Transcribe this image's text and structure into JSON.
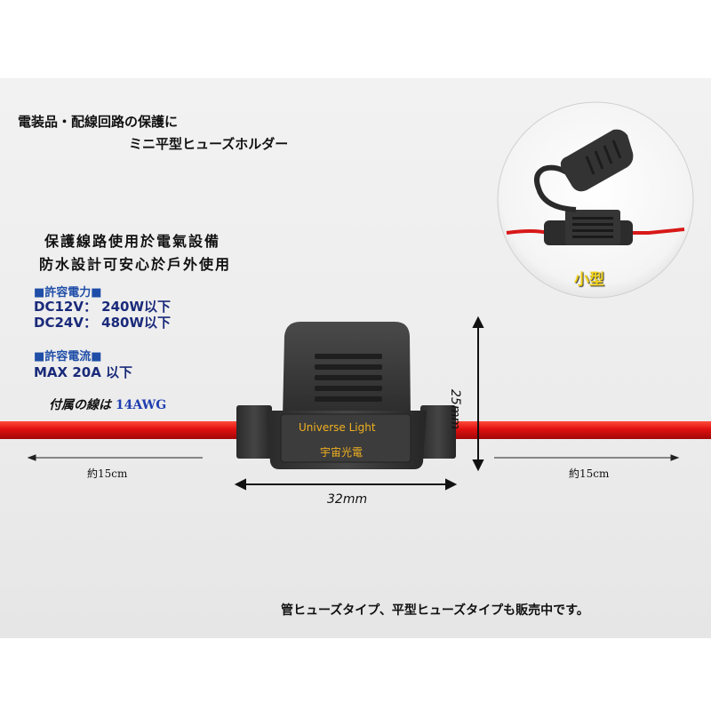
{
  "header": {
    "line1": "電装品・配線回路の保護に",
    "line2": "ミニ平型ヒューズホルダー"
  },
  "features": {
    "line1": "保護線路使用於電氣設備",
    "line2": "防水設計可安心於戶外使用"
  },
  "power": {
    "heading": "■許容電力■",
    "dc12": "DC12V： 240W以下",
    "dc24": "DC24V： 480W以下"
  },
  "current": {
    "heading": "■許容電流■",
    "max": "MAX 20A 以下"
  },
  "wire": {
    "prefix": "付属の線は",
    "gauge": "14AWG",
    "left_length": "約15cm",
    "right_length": "約15cm"
  },
  "dimensions": {
    "width": "32mm",
    "height": "25mm"
  },
  "product": {
    "brand_en": "Universe Light",
    "brand_zh": "宇宙光電"
  },
  "inset": {
    "label": "小型"
  },
  "footer": {
    "note": "管ヒューズタイプ、平型ヒューズタイプも販売中です。"
  },
  "colors": {
    "wire": "#e01010",
    "holder": "#3a3a3a",
    "spec_text": "#1a2a7a"
  }
}
